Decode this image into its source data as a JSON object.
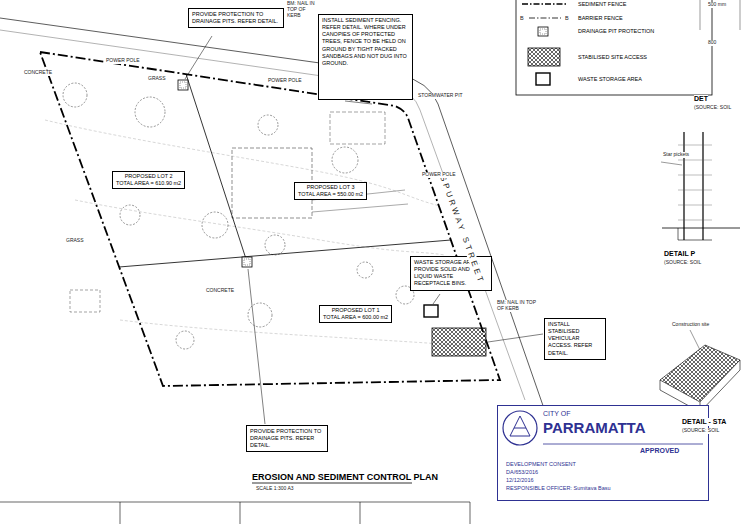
{
  "diagram": {
    "title": "EROSION AND SEDIMENT CONTROL PLAN",
    "nodes": [
      {
        "text": [
          "PROVIDE PROTECTION TO DRAINAGE PITS. REFER DETAIL."
        ]
      },
      {
        "text": [
          "INSTALL SEDIMENT FENCING. REFER DETAIL. WHERE UNDER CANOPIES OF PROTECTED TREES, FENCE TO BE HELD ON GROUND BY TIGHT PACKED SANDBAGS AND NOT DUG INTO GROUND."
        ]
      },
      {
        "text": [
          "PROPOSED LOT 2",
          "TOTAL AREA = 610.90 m2"
        ]
      },
      {
        "text": [
          "PROPOSED LOT 3",
          "TOTAL AREA = 550.00 m2"
        ]
      },
      {
        "text": [
          "PROPOSED LOT 1",
          "TOTAL AREA = 600.00 m2"
        ]
      },
      {
        "text": [
          "WASTE STORAGE AREA. PROVIDE SOLID AND LIQUID WASTE RECEPTACLE BINS."
        ]
      },
      {
        "text": [
          "INSTALL STABILISED VEHICULAR ACCESS. REFER DETAIL."
        ]
      },
      {
        "text": [
          "PROVIDE PROTECTION TO DRAINAGE PITS. REFER DETAIL."
        ]
      },
      {
        "text": [
          "CITY OF",
          "PARRAMATTA",
          "APPROVED",
          "DEVELOPMENT CONSENT",
          "DA/653/2016",
          "12/12/2016",
          "RESPONSIBLE OFFICER: Sumitava Basu"
        ]
      }
    ],
    "labels": [
      "SCALE 1:300 A3",
      "SPURWAY STREET",
      "POWER POLE",
      "POWER POLE",
      "POWER POLE",
      "GRASS",
      "GRASS",
      "CONCRETE",
      "CONCRETE",
      "STORMWATER PIT",
      "BM: NAIL IN TOP OF KERB",
      "BM: NAIL IN TOP OF KERB",
      "B",
      "B",
      "500 mm",
      "800",
      "DET",
      "(SOURCE: SOIL",
      "Star pickets",
      "DETAIL P",
      "(SOURCE: SOIL",
      "Construction site",
      "DETAIL - STA",
      "(SOURCE: SOIL"
    ],
    "legend": [
      {
        "text": "SEDIMENT FENCE"
      },
      {
        "text": "BARRIER FENCE"
      },
      {
        "text": "DRAINAGE PIT PROTECTION"
      },
      {
        "text": "STABILISED SITE ACCESS"
      },
      {
        "text": "WASTE STORAGE AREA"
      }
    ]
  }
}
